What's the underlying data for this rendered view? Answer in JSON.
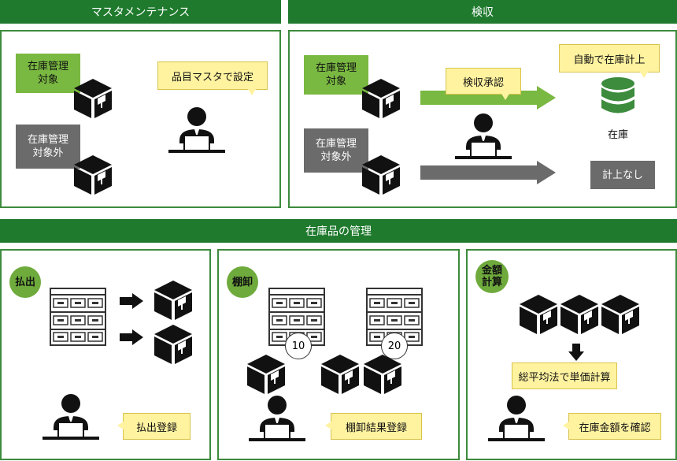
{
  "master": {
    "header": "マスタメンテナンス",
    "managed_label": "在庫管理\n対象",
    "unmanaged_label": "在庫管理\n対象外",
    "callout": "品目マスタで設定"
  },
  "inspection": {
    "header": "検収",
    "managed_label": "在庫管理\n対象",
    "unmanaged_label": "在庫管理\n対象外",
    "approval_callout": "検収承認",
    "auto_callout": "自動で在庫計上",
    "stock_label": "在庫",
    "no_record_label": "計上なし"
  },
  "inventory": {
    "header": "在庫品の管理",
    "issue": {
      "badge": "払出",
      "callout": "払出登録"
    },
    "stocktake": {
      "badge": "棚卸",
      "count_a": "10",
      "count_b": "20",
      "callout": "棚卸結果登録"
    },
    "valuation": {
      "badge": "金額\n計算",
      "method_label": "総平均法で単価計算",
      "callout": "在庫金額を確認"
    }
  },
  "colors": {
    "header_bg": "#1f7a2e",
    "panel_border": "#3d8b3d",
    "tag_green": "#79b841",
    "tag_gray": "#6b6b6b",
    "callout_bg": "#fff3a0"
  },
  "icons": [
    "box-icon",
    "person-at-laptop-icon",
    "database-icon",
    "shelf-icon",
    "arrow-right-icon",
    "arrow-down-icon"
  ]
}
